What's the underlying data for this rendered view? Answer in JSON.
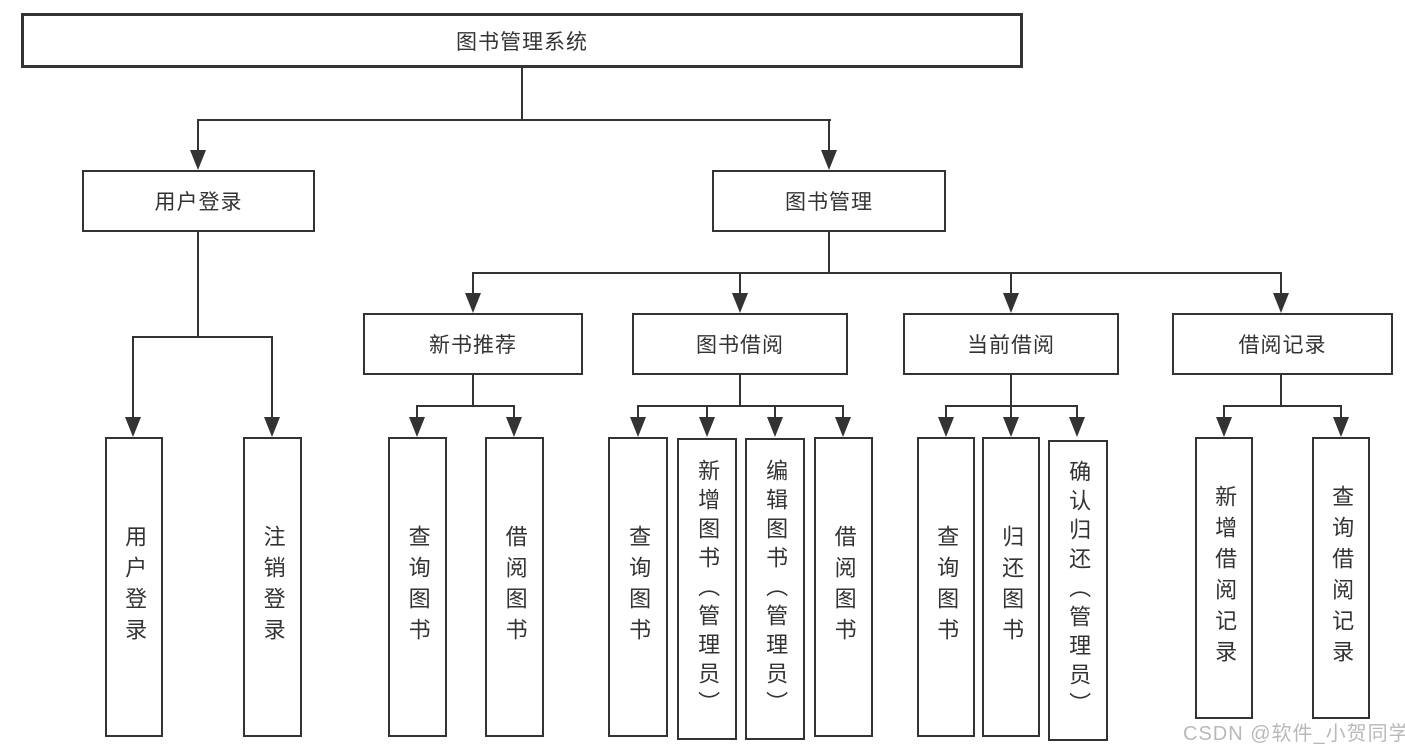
{
  "diagram": {
    "title": "图书管理系统",
    "root": "图书管理系统",
    "level2": {
      "user_login": "用户登录",
      "book_mgmt": "图书管理"
    },
    "level3": {
      "new_books": "新书推荐",
      "book_borrow": "图书借阅",
      "current_borrow": "当前借阅",
      "borrow_records": "借阅记录"
    },
    "leaves": {
      "user_login": [
        "用户登录",
        "注销登录"
      ],
      "new_books": [
        "查询图书",
        "借阅图书"
      ],
      "book_borrow": [
        "查询图书",
        "新增图书（管理员）",
        "编辑图书（管理员）",
        "借阅图书"
      ],
      "current_borrow": [
        "查询图书",
        "归还图书",
        "确认归还（管理员）"
      ],
      "borrow_records": [
        "新增借阅记录",
        "查询借阅记录"
      ]
    }
  },
  "watermark": "CSDN @软件_小贺同学",
  "colors": {
    "line": "#333333",
    "text": "#333333",
    "watermark": "#b9b9b9",
    "background": "#ffffff"
  }
}
